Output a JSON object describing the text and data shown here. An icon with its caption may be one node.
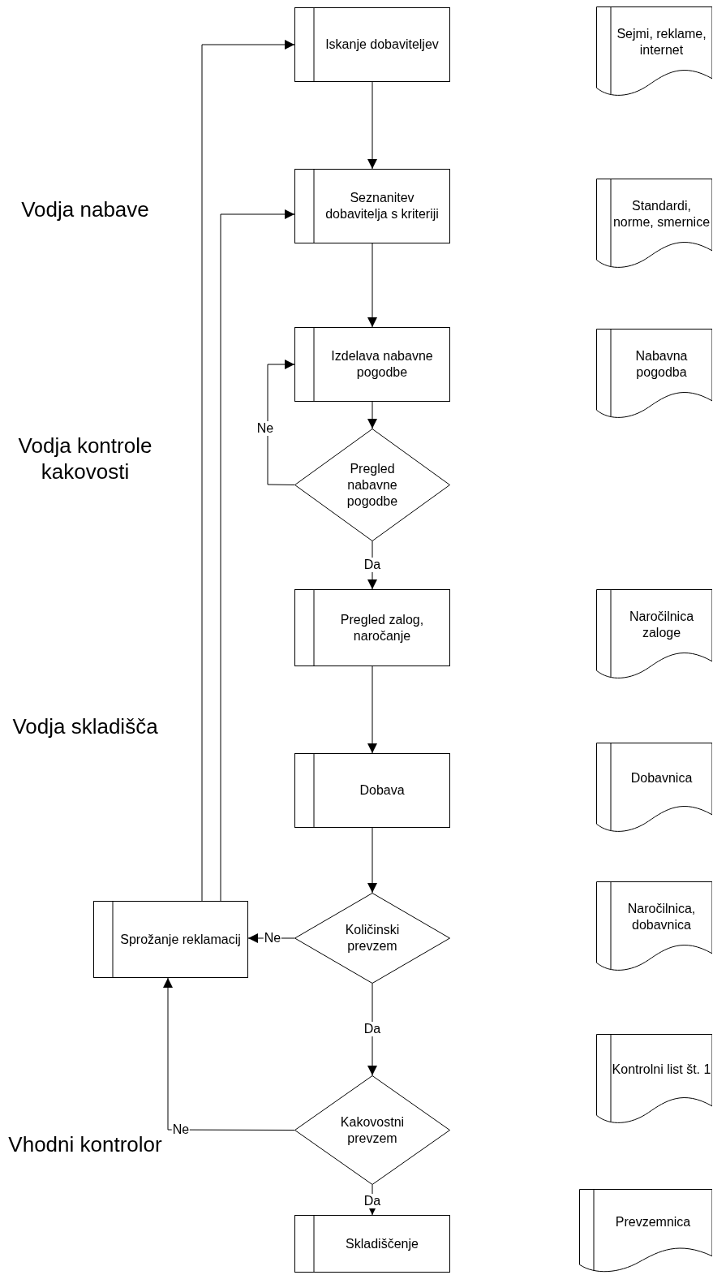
{
  "diagram": {
    "nodes": [
      {
        "text": [
          "Iskanje dobaviteljev"
        ]
      },
      {
        "text": [
          "Sejmi, reklame, internet"
        ]
      },
      {
        "text": [
          "Seznanitev dobavitelja s kriteriji"
        ]
      },
      {
        "text": [
          "Standardi, norme, smernice"
        ]
      },
      {
        "text": [
          "Izdelava nabavne pogodbe"
        ]
      },
      {
        "text": [
          "Nabavna pogodba"
        ]
      },
      {
        "text": [
          "Pregled nabavne pogodbe"
        ]
      },
      {
        "text": [
          "Pregled zalog, naročanje"
        ]
      },
      {
        "text": [
          "Naročilnica zaloge"
        ]
      },
      {
        "text": [
          "Dobava"
        ]
      },
      {
        "text": [
          "Dobavnica"
        ]
      },
      {
        "text": [
          "Sprožanje reklamacij"
        ]
      },
      {
        "text": [
          "Količinski prevzem"
        ]
      },
      {
        "text": [
          "Naročilnica, dobavnica"
        ]
      },
      {
        "text": [
          "Kakovostni prevzem"
        ]
      },
      {
        "text": [
          "Kontrolni list št. 1"
        ]
      },
      {
        "text": [
          "Skladiščenje"
        ]
      },
      {
        "text": [
          "Prevzemnica"
        ]
      }
    ],
    "edges": [
      {
        "from": 0,
        "to": 2,
        "arrow": "to"
      },
      {
        "from": 2,
        "to": 4,
        "arrow": "to"
      },
      {
        "from": 4,
        "to": 6,
        "arrow": "to"
      },
      {
        "from": 6,
        "to": 4,
        "arrow": "to",
        "label": "Ne"
      },
      {
        "from": 6,
        "to": 7,
        "arrow": "to",
        "label": "Da"
      },
      {
        "from": 7,
        "to": 9,
        "arrow": "to"
      },
      {
        "from": 9,
        "to": 12,
        "arrow": "to"
      },
      {
        "from": 12,
        "to": 11,
        "arrow": "to",
        "label": "Ne"
      },
      {
        "from": 12,
        "to": 14,
        "arrow": "to",
        "label": "Da"
      },
      {
        "from": 14,
        "to": 11,
        "arrow": "to",
        "label": "Ne"
      },
      {
        "from": 14,
        "to": 16,
        "arrow": "to",
        "label": "Da"
      },
      {
        "from": 11,
        "to": 0,
        "arrow": "to"
      },
      {
        "from": 11,
        "to": 2,
        "arrow": "to"
      }
    ],
    "labels": [
      "Vodja nabave",
      "Vodja kontrole kakovosti",
      "Vodja skladišča",
      "Vhodni kontrolor"
    ]
  }
}
